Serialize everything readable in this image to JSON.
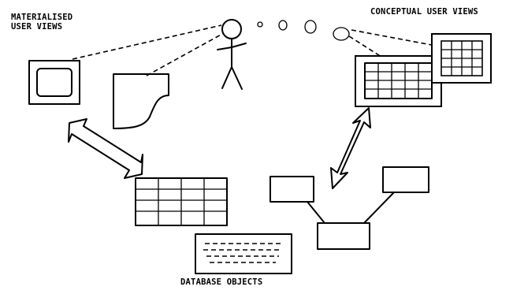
{
  "labels": {
    "materialised_line1": "MATERIALISED",
    "materialised_line2": "USER VIEWS",
    "conceptual": "CONCEPTUAL USER VIEWS",
    "database": "DATABASE OBJECTS"
  },
  "colors": {
    "ink": "#000000",
    "background": "#ffffff"
  }
}
